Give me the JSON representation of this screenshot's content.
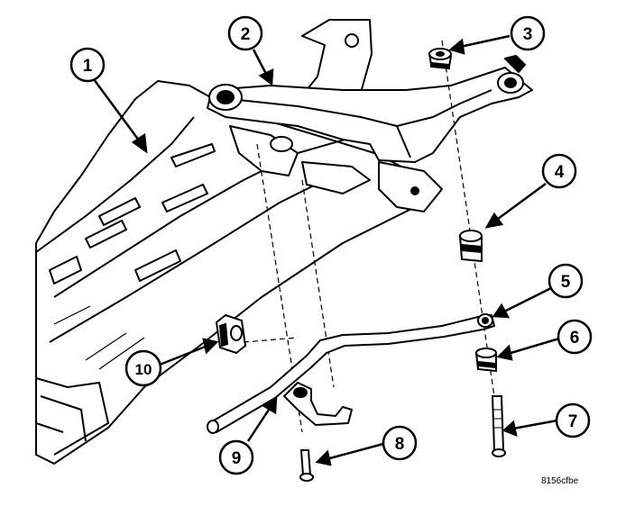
{
  "figure_code": "8156cfbe",
  "callouts": [
    {
      "number": "1",
      "part": "Frame rail / underbody"
    },
    {
      "number": "2",
      "part": "Crossmember"
    },
    {
      "number": "3",
      "part": "Upper isolator bushing"
    },
    {
      "number": "4",
      "part": "Lower isolator bushing"
    },
    {
      "number": "5",
      "part": "Stabilizer bar link end"
    },
    {
      "number": "6",
      "part": "Retainer / bushing"
    },
    {
      "number": "7",
      "part": "Link bolt"
    },
    {
      "number": "8",
      "part": "Clamp bolt"
    },
    {
      "number": "9",
      "part": "Stabilizer bar clamp bracket"
    },
    {
      "number": "10",
      "part": "Stabilizer bar bushing"
    }
  ]
}
